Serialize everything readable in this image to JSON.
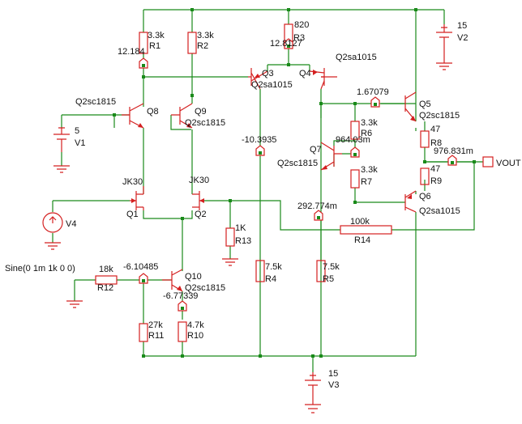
{
  "labels": {
    "r1_val": "3.3k",
    "r1": "R1",
    "r2_val": "3.3k",
    "r2": "R2",
    "r3_val": "820",
    "r3": "R3",
    "r4_val": "7.5k",
    "r4": "R4",
    "r5_val": "7.5k",
    "r5": "R5",
    "r6_val": "3.3k",
    "r6": "R6",
    "r7_val": "3.3k",
    "r7": "R7",
    "r8_val": "47",
    "r8": "R8",
    "r9_val": "47",
    "r9": "R9",
    "r10_val": "4.7k",
    "r10": "R10",
    "r11_val": "27k",
    "r11": "R11",
    "r12_val": "18k",
    "r12": "R12",
    "r13_val": "1K",
    "r13": "R13",
    "r14_val": "100k",
    "r14": "R14",
    "v1_val": "5",
    "v1": "V1",
    "v2_val": "15",
    "v2": "V2",
    "v3_val": "15",
    "v3": "V3",
    "v4": "V4",
    "v4_src": "Sine(0 1m 1k 0 0)",
    "q1": "Q1",
    "q1_model": "JK30",
    "q2": "Q2",
    "q2_model": "JK30",
    "q3": "Q3",
    "q3_model": "Q2sa1015",
    "q4": "Q4",
    "q4_model": "Q2sa1015",
    "q5": "Q5",
    "q5_model": "Q2sc1815",
    "q6": "Q6",
    "q6_model": "Q2sa1015",
    "q7": "Q7",
    "q7_model": "Q2sc1815",
    "q8": "Q8",
    "q8_model": "Q2sc1815",
    "q9": "Q9",
    "q9_model": "Q2sc1815",
    "q10": "Q10",
    "q10_model": "Q2sc1815",
    "vout": "VOUT"
  },
  "probes": {
    "p_r1": "12.184",
    "p_r3": "12.8127",
    "p_q5b": "1.67079",
    "p_r4": "-10.3935",
    "p_q7": "964.03m",
    "p_out": "976.831m",
    "p_q6b": "292.774m",
    "p_q10b": "-6.10485",
    "p_q10e": "-6.77339"
  },
  "colors": {
    "wire": "#1a8a1a",
    "component": "#d42020"
  }
}
